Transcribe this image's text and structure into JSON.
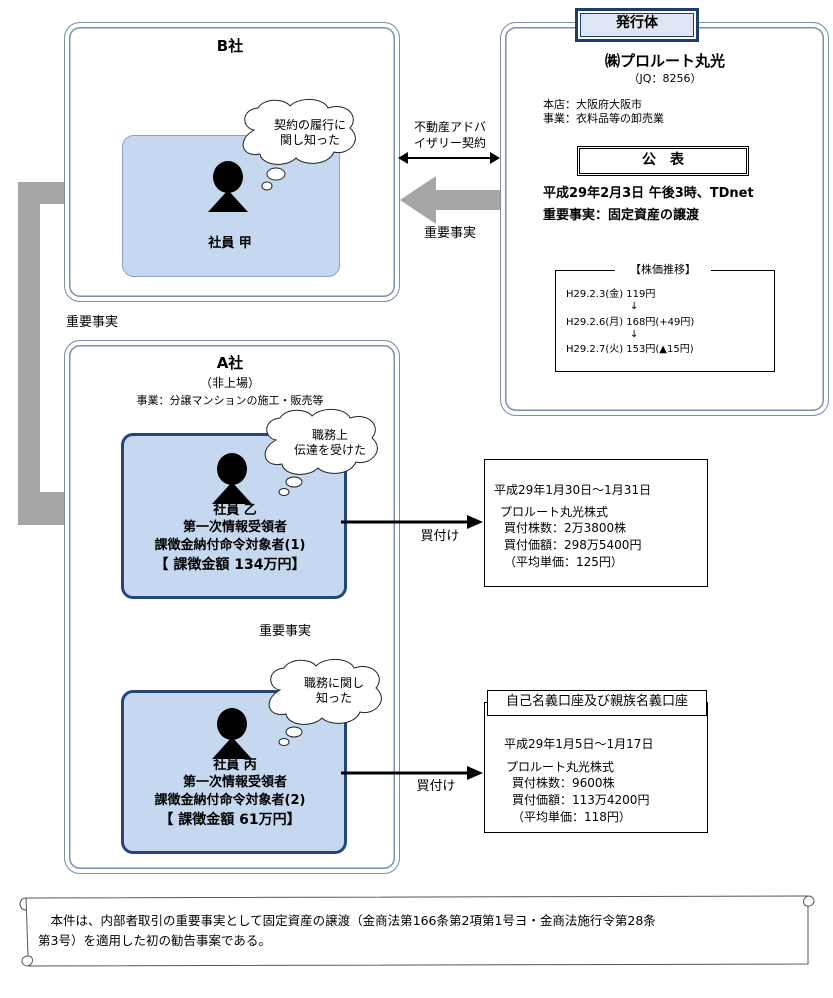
{
  "issuer": {
    "header": "発行体",
    "company_name": "㈱プロルート丸光",
    "code": "（JQ：8256）",
    "head_office": "本店：大阪府大阪市",
    "business": "事業：衣料品等の卸売業",
    "announcement_label": "公　表",
    "announce_date": "平成29年2月3日 午後3時、TDnet",
    "announce_fact": "重要事実：固定資産の譲渡",
    "stock": {
      "title": "【株価推移】",
      "rows": [
        "H29.2.3(金) 119円",
        "H29.2.6(月) 168円(+49円)",
        "H29.2.7(火) 153円(▲15円)"
      ],
      "arrow": "↓"
    }
  },
  "company_b": {
    "title": "B社",
    "employee": "社員 甲",
    "bubble": [
      "契約の履行に",
      "関し知った"
    ]
  },
  "advisory": [
    "不動産アドバ",
    "イザリー契約"
  ],
  "flows": {
    "issuer_to_b": "重要事実",
    "b_to_a": "重要事実",
    "otsu_to_hei": "重要事実",
    "buy_1": "買付け",
    "buy_2": "買付け"
  },
  "company_a": {
    "title": "A社",
    "listing": "（非上場）",
    "business": "事業：分譲マンションの施工・販売等"
  },
  "employee_otsu": {
    "name": "社員 乙",
    "role": "第一次情報受領者",
    "order": "課徴金納付命令対象者(1)",
    "amount": "【 課徴金額 134万円】",
    "bubble": [
      "職務上",
      "伝達を受けた"
    ]
  },
  "employee_hei": {
    "name": "社員 丙",
    "role": "第一次情報受領者",
    "order": "課徴金納付命令対象者(2)",
    "amount": "【 課徴金額 61万円】",
    "bubble": [
      "職務に関し",
      "知った"
    ]
  },
  "trade_1": {
    "period": "平成29年1月30日～1月31日",
    "stock": "プロルート丸光株式",
    "shares": "買付株数：2万3800株",
    "price": "買付価額：298万5400円",
    "avg": "（平均単価：125円）"
  },
  "trade_2": {
    "header": "自己名義口座及び親族名義口座",
    "period": "平成29年1月5日～1月17日",
    "stock": "プロルート丸光株式",
    "shares": "買付株数：9600株",
    "price": "買付価額：113万4200円",
    "avg": "（平均単価：118円）"
  },
  "footnote": [
    "　本件は、内部者取引の重要事実として固定資産の譲渡（金商法第166条第2項第1号ヨ・金商法施行令第28条",
    "第3号）を適用した初の勧告事案である。"
  ]
}
